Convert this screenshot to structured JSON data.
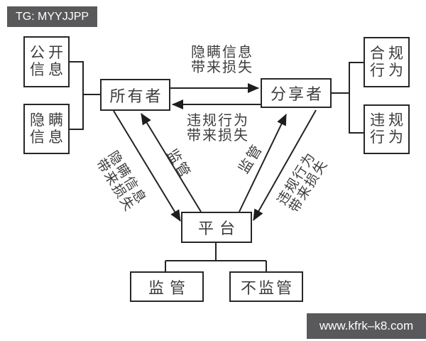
{
  "watermarks": {
    "top_left": "TG: MYYJJPP",
    "bottom_right": "www.kfrk–k8.com"
  },
  "nodes": {
    "public_info": {
      "line1": "公开",
      "line2": "信息"
    },
    "hidden_info": {
      "line1": "隐瞒",
      "line2": "信息"
    },
    "owner": {
      "label": "所有者"
    },
    "sharer": {
      "label": "分享者"
    },
    "compliant_behavior": {
      "line1": "合规",
      "line2": "行为"
    },
    "violating_behavior": {
      "line1": "违规",
      "line2": "行为"
    },
    "platform": {
      "label": "平台"
    },
    "supervise": {
      "label": "监管"
    },
    "not_supervise": {
      "label": "不监管"
    }
  },
  "edge_labels": {
    "owner_to_sharer": {
      "line1": "隐瞒信息",
      "line2": "带来损失"
    },
    "sharer_to_owner": {
      "line1": "违规行为",
      "line2": "带来损失"
    },
    "owner_to_platform": {
      "line1": "隐瞒信息",
      "line2": "带来损失"
    },
    "platform_to_owner": "监管",
    "platform_to_sharer": "监管",
    "sharer_to_platform": {
      "line1": "违规行为",
      "line2": "带来损失"
    }
  },
  "colors": {
    "background": "#ffffff",
    "line": "#232323",
    "text": "#3d3d3d",
    "banner_bg": "#59595b",
    "banner_text": "#ffffff"
  }
}
